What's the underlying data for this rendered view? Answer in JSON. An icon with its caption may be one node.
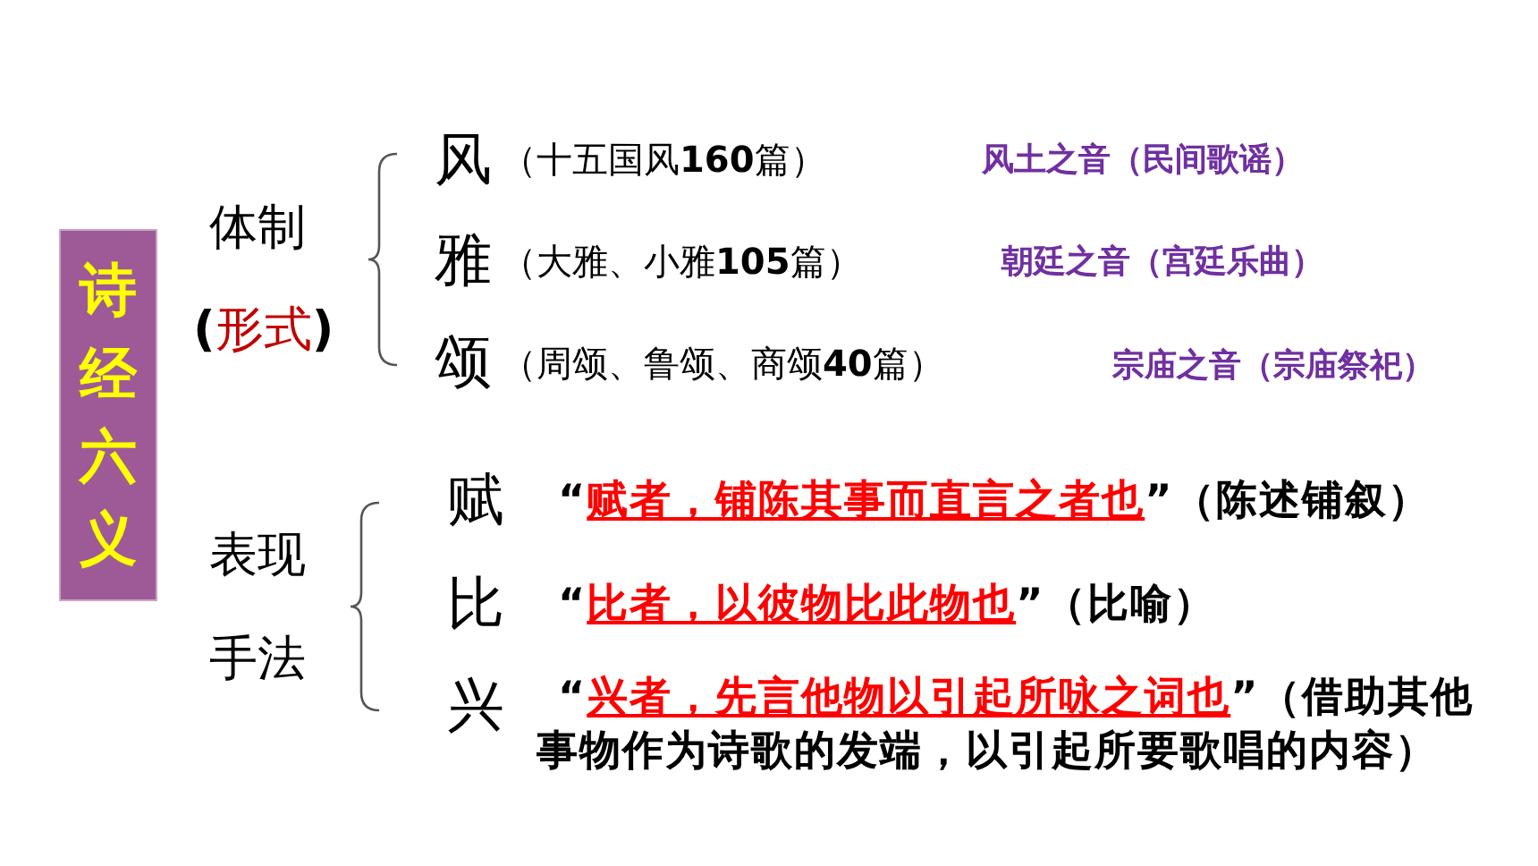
{
  "diagram": {
    "nodes": [
      {
        "text": [
          "诗经六义"
        ]
      }
    ],
    "labels": [
      "体制",
      "(",
      "形式",
      ")",
      "风",
      "（十五国风**160**篇）",
      "风土之音（民间歌谣）",
      "雅",
      "（大雅、小雅**105**篇）",
      "朝廷之音（宫廷乐曲）",
      "颂",
      "（周颂、鲁颂、商颂**40**篇）",
      "宗庙之音（宗庙祭祀）",
      "表现",
      "手法",
      "赋",
      "“",
      "赋者，铺陈其事而直言之者也",
      "”（陈述铺叙）",
      "比",
      "“",
      "比者，以彼物比此物也",
      "”（比喻）",
      "兴",
      "“",
      "兴者，先言他物以引起所咏之词也",
      "”（借助其他事物作为诗歌的发端，以引起所要歌唱的内容）"
    ]
  }
}
